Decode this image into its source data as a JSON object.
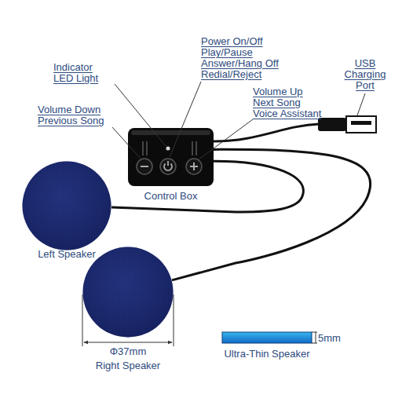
{
  "diagram": {
    "nodes": [
      {
        "text": [
          "Control Box"
        ]
      },
      {
        "text": [
          "Left Speaker"
        ]
      },
      {
        "text": [
          "Right Speaker"
        ]
      }
    ],
    "edges": [
      {
        "from": 0,
        "to": 1,
        "arrow": "none"
      },
      {
        "from": 0,
        "to": 2,
        "arrow": "none"
      }
    ],
    "labels": [
      "Indicator LED Light",
      "Power On/Off Play/Pause Answer/Hang Off Redial/Reject",
      "USB Charging Port",
      "Volume Up Next Song Voice Assistant",
      "Volume Down Previous Song",
      "Φ37mm",
      "Ultra-Thin Speaker",
      "5mm"
    ]
  }
}
